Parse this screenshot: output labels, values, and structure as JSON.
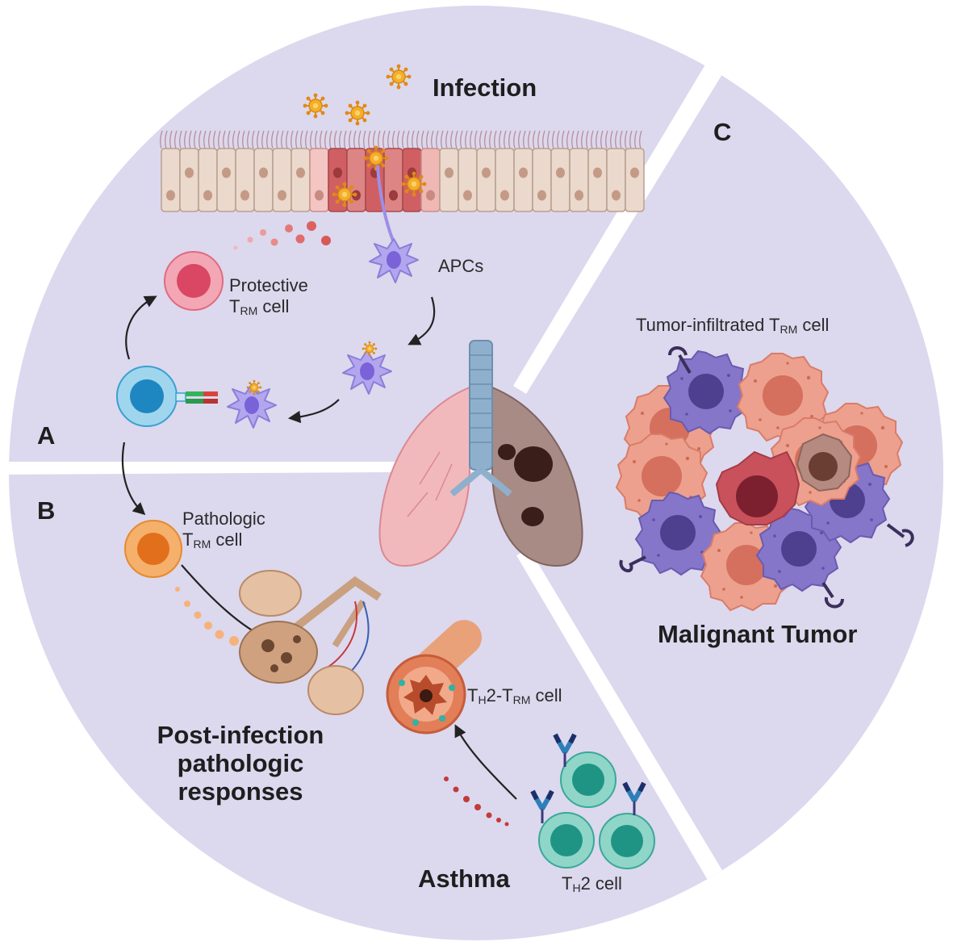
{
  "panels": {
    "a": {
      "letter": "A",
      "title": "Infection"
    },
    "b": {
      "letter": "B",
      "title_lines": [
        "Post-infection",
        "pathologic",
        "responses"
      ],
      "asthma_title": "Asthma"
    },
    "c": {
      "letter": "C",
      "title": "Malignant Tumor"
    }
  },
  "labels": {
    "apcs": "APCs",
    "protective": {
      "line1": "Protective",
      "t": "T",
      "sub": "RM",
      "rest": " cell"
    },
    "pathologic": {
      "line1": "Pathologic",
      "t": "T",
      "sub": "RM",
      "rest": " cell"
    },
    "tumor_trm": {
      "prefix": "Tumor-infiltrated T",
      "sub": "RM",
      "rest": " cell"
    },
    "th2_trm": {
      "t1": "T",
      "sub1": "H",
      "mid": "2-T",
      "sub2": "RM",
      "rest": " cell"
    },
    "th2": {
      "t": "T",
      "sub": "H",
      "rest": "2 cell"
    }
  },
  "colors": {
    "background": "#ffffff",
    "panel_fill": "#dcd8ee",
    "divider": "#ffffff",
    "protective_cell": "#e9607a",
    "naive_cell": "#3ea9d6",
    "pathologic_cell": "#f0913a",
    "apc": "#a99be6",
    "virus": "#f2a324",
    "tumor_salmon": "#ea9582",
    "tumor_purple": "#7f6fbd",
    "th2_cell": "#3fb0a0",
    "lung_healthy": "#f2b9bd",
    "lung_diseased": "#a98b85"
  },
  "icons": [
    "virus-icon",
    "epithelium-icon",
    "apc-icon",
    "t-cell-icon",
    "lung-icon",
    "trachea-icon",
    "alveoli-icon",
    "airway-icon",
    "tumor-cell-icon",
    "antibody-icon",
    "arrow-icon"
  ]
}
